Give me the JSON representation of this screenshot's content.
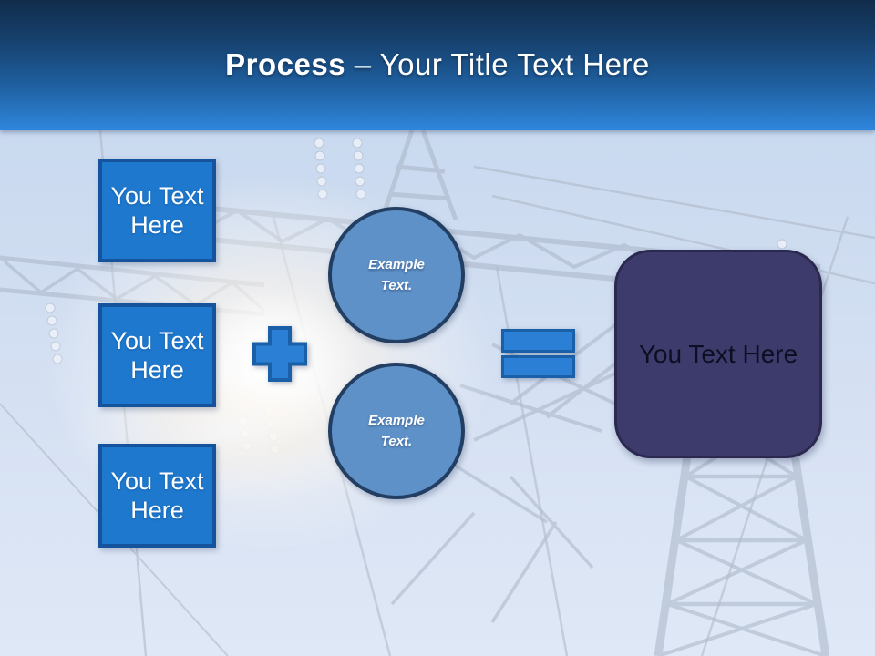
{
  "header": {
    "title_bold": "Process",
    "title_regular": "– Your Title Text Here"
  },
  "left_boxes": [
    {
      "label": "You Text Here"
    },
    {
      "label": "You Text Here"
    },
    {
      "label": "You Text Here"
    }
  ],
  "circles": [
    {
      "label": "Example Text."
    },
    {
      "label": "Example Text."
    }
  ],
  "operators": {
    "plus_icon": "plus-sign",
    "equals_icon": "equals-sign"
  },
  "result_box": {
    "label": "You Text Here"
  },
  "background_image": "power-pylons-photo",
  "colors": {
    "band_top": "#112c4b",
    "band_bottom": "#2e86dc",
    "title_text": "#ffffff",
    "box_fill": "#1e78cd",
    "box_border": "#15549c",
    "box_text": "#ffffff",
    "circle_fill": "#5e91c8",
    "circle_border": "#223e63",
    "circle_text": "#ffffff",
    "operator_fill": "#2b7fd4",
    "operator_border": "#1a60a8",
    "result_fill": "#3d3b6c",
    "result_border": "#2b2950",
    "result_text": "#0e0e22",
    "sky": "#cfddf1",
    "lattice_gray": "#a9b5c7"
  }
}
